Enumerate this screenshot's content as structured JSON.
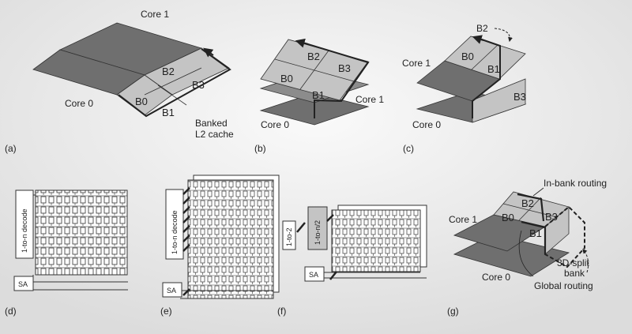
{
  "panels": {
    "a": {
      "caption": "(a)",
      "core1": "Core 1",
      "core0": "Core 0",
      "banks": [
        "B0",
        "B1",
        "B2",
        "B3"
      ],
      "cache_label_line1": "Banked",
      "cache_label_line2": "L2 cache"
    },
    "b": {
      "caption": "(b)",
      "banks": [
        "B0",
        "B1",
        "B2",
        "B3"
      ],
      "core1": "Core 1",
      "core0": "Core 0"
    },
    "c": {
      "caption": "(c)",
      "b2": "B2",
      "banks": [
        "B0",
        "B1"
      ],
      "b3": "B3",
      "core1": "Core 1",
      "core0": "Core 0"
    },
    "d": {
      "caption": "(d)",
      "decoder": "1-to-n decode",
      "sense_amp": "SA"
    },
    "e": {
      "caption": "(e)",
      "decoder": "1-to-n decode",
      "sense_amp": "SA"
    },
    "f": {
      "caption": "(f)",
      "decoder_small": "1-to-2",
      "decoder": "1-to-n/2",
      "sense_amp": "SA"
    },
    "g": {
      "caption": "(g)",
      "banks": [
        "B0",
        "B1",
        "B2",
        "B3"
      ],
      "core1": "Core 1",
      "core0": "Core 0",
      "in_bank_routing": "In-bank routing",
      "split_bank_line1": "3D-split",
      "split_bank_line2": "bank",
      "global_routing": "Global routing"
    }
  },
  "colors": {
    "background": "#ebebeb",
    "core_dark": "#6f6f6f",
    "bank_light": "#c4c4c4",
    "outline": "#333333",
    "cell": "#ffffff"
  }
}
